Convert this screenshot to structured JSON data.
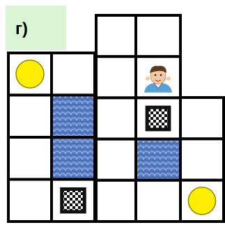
{
  "puzzle": {
    "label": "г)",
    "colors": {
      "label_bg": "#d9f5d3",
      "grid_line": "#000000",
      "cell_bg": "#ffffff",
      "water": "#5b7fc4",
      "token": "#ffee00",
      "token_outline": "#8a8a00"
    },
    "columns": [
      {
        "name": "col-1",
        "cells": [
          "token",
          "empty",
          "empty",
          "empty"
        ]
      },
      {
        "name": "col-2",
        "cells": [
          "empty",
          "water",
          "water",
          "finish-flag"
        ]
      },
      {
        "name": "col-3",
        "cells": [
          "empty",
          "empty",
          "empty",
          "empty",
          "empty"
        ]
      },
      {
        "name": "col-4",
        "cells": [
          "empty",
          "character",
          "finish-flag",
          "water",
          "empty"
        ]
      },
      {
        "name": "col-5",
        "cells": [
          "empty",
          "empty",
          "token"
        ]
      }
    ]
  }
}
